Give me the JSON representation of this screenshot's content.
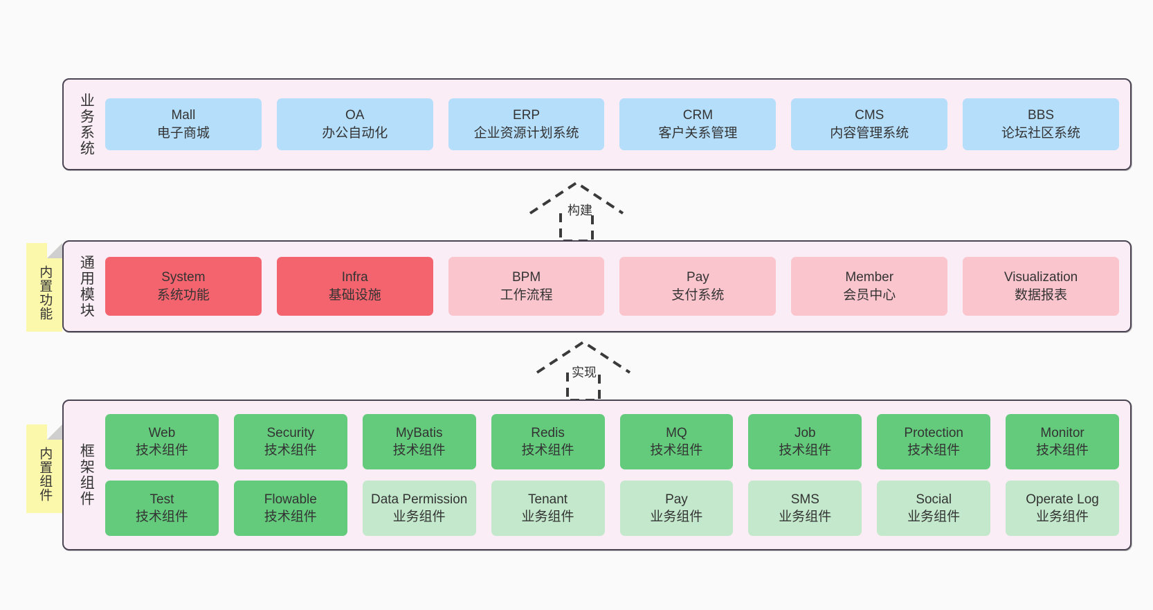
{
  "canvas": {
    "background": "#fafafa",
    "panel_background": "#faedf5",
    "panel_border": "#4a4453"
  },
  "palette": {
    "blue": "#b5defb",
    "red": "#f4646e",
    "pink": "#fbc5ce",
    "green": "#64cb7d",
    "light_green": "#c3e8cb",
    "note_yellow": "#fbf7ab",
    "note_fold": "#cfcfcf"
  },
  "notes": [
    {
      "label": "内置功能",
      "name": "note-builtin-function"
    },
    {
      "label": "内置组件",
      "name": "note-builtin-component"
    }
  ],
  "arrows": [
    {
      "label": "构建",
      "name": "arrow-build",
      "style": "dashed-generalization-up"
    },
    {
      "label": "实现",
      "name": "arrow-impl",
      "style": "dashed-generalization-up"
    }
  ],
  "layers": [
    {
      "name": "business-systems",
      "title": "业务系统",
      "rows": [
        {
          "cards": [
            {
              "en": "Mall",
              "cn": "电子商城",
              "color": "blue"
            },
            {
              "en": "OA",
              "cn": "办公自动化",
              "color": "blue"
            },
            {
              "en": "ERP",
              "cn": "企业资源计划系统",
              "color": "blue"
            },
            {
              "en": "CRM",
              "cn": "客户关系管理",
              "color": "blue"
            },
            {
              "en": "CMS",
              "cn": "内容管理系统",
              "color": "blue"
            },
            {
              "en": "BBS",
              "cn": "论坛社区系统",
              "color": "blue"
            }
          ]
        }
      ]
    },
    {
      "name": "common-modules",
      "title": "通用模块",
      "rows": [
        {
          "cards": [
            {
              "en": "System",
              "cn": "系统功能",
              "color": "red"
            },
            {
              "en": "Infra",
              "cn": "基础设施",
              "color": "red"
            },
            {
              "en": "BPM",
              "cn": "工作流程",
              "color": "pink"
            },
            {
              "en": "Pay",
              "cn": "支付系统",
              "color": "pink"
            },
            {
              "en": "Member",
              "cn": "会员中心",
              "color": "pink"
            },
            {
              "en": "Visualization",
              "cn": "数据报表",
              "color": "pink"
            }
          ]
        }
      ]
    },
    {
      "name": "framework-components",
      "title": "框架组件",
      "rows": [
        {
          "cards": [
            {
              "en": "Web",
              "cn": "技术组件",
              "color": "green"
            },
            {
              "en": "Security",
              "cn": "技术组件",
              "color": "green"
            },
            {
              "en": "MyBatis",
              "cn": "技术组件",
              "color": "green"
            },
            {
              "en": "Redis",
              "cn": "技术组件",
              "color": "green"
            },
            {
              "en": "MQ",
              "cn": "技术组件",
              "color": "green"
            },
            {
              "en": "Job",
              "cn": "技术组件",
              "color": "green"
            },
            {
              "en": "Protection",
              "cn": "技术组件",
              "color": "green"
            },
            {
              "en": "Monitor",
              "cn": "技术组件",
              "color": "green"
            }
          ]
        },
        {
          "cards": [
            {
              "en": "Test",
              "cn": "技术组件",
              "color": "green"
            },
            {
              "en": "Flowable",
              "cn": "技术组件",
              "color": "green"
            },
            {
              "en": "Data Permission",
              "cn": "业务组件",
              "color": "light_green"
            },
            {
              "en": "Tenant",
              "cn": "业务组件",
              "color": "light_green"
            },
            {
              "en": "Pay",
              "cn": "业务组件",
              "color": "light_green"
            },
            {
              "en": "SMS",
              "cn": "业务组件",
              "color": "light_green"
            },
            {
              "en": "Social",
              "cn": "业务组件",
              "color": "light_green"
            },
            {
              "en": "Operate Log",
              "cn": "业务组件",
              "color": "light_green"
            }
          ]
        }
      ]
    }
  ]
}
